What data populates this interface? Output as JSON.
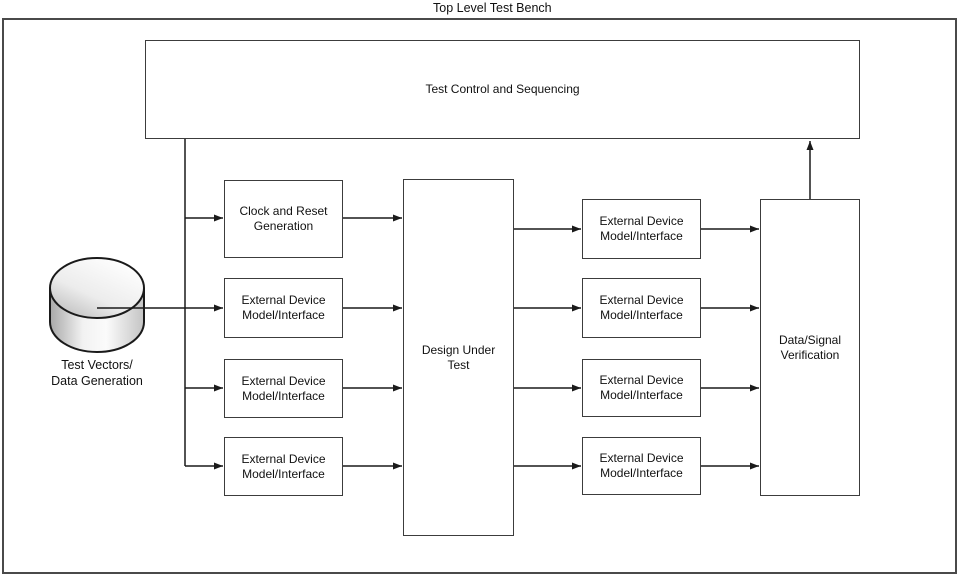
{
  "title": "Top Level Test Bench",
  "nodes": {
    "test_control": {
      "label": "Test Control and Sequencing"
    },
    "clock_reset": {
      "label": "Clock and Reset\nGeneration"
    },
    "ext_left_2": {
      "label": "External Device\nModel/Interface"
    },
    "ext_left_3": {
      "label": "External Device\nModel/Interface"
    },
    "ext_left_4": {
      "label": "External Device\nModel/Interface"
    },
    "dut": {
      "label": "Design Under\nTest"
    },
    "ext_right_1": {
      "label": "External Device\nModel/Interface"
    },
    "ext_right_2": {
      "label": "External Device\nModel/Interface"
    },
    "ext_right_3": {
      "label": "External Device\nModel/Interface"
    },
    "ext_right_4": {
      "label": "External Device\nModel/Interface"
    },
    "verification": {
      "label": "Data/Signal\nVerification"
    },
    "test_vectors": {
      "label": "Test Vectors/\nData Generation"
    }
  },
  "colors": {
    "connector": "#1a1a1a",
    "box_border": "#3c3c3c",
    "frame_border": "#4a4a4a",
    "text": "#111111",
    "cylinder_shade": "#c4c4c4"
  }
}
